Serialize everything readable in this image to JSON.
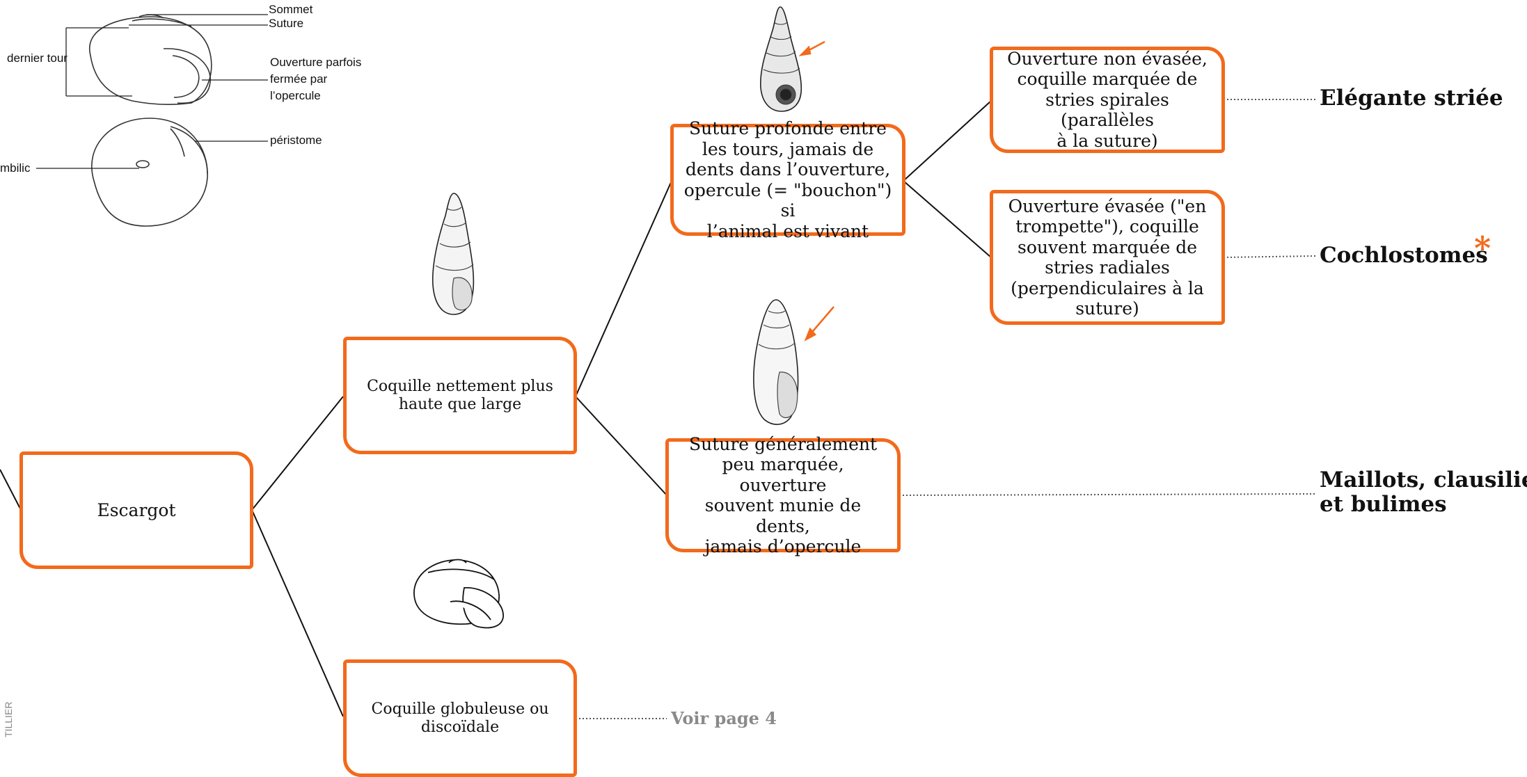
{
  "accent_color": "#f26a1b",
  "anatomy": {
    "sommet": "Sommet",
    "suture": "Suture",
    "dernier_tour": "dernier tour",
    "ouverture": [
      "Ouverture parfois",
      "fermée par",
      "l’opercule"
    ],
    "peristome": "péristome",
    "ombilic": "mbilic"
  },
  "nodes": {
    "escargot": "Escargot",
    "haute": [
      "Coquille nettement plus",
      "haute que large"
    ],
    "globuleuse": [
      "Coquille globuleuse ou",
      "discoïdale"
    ],
    "suture_profonde": [
      "Suture profonde entre",
      "les tours, jamais de",
      "dents dans l’ouverture,",
      "opercule (= \"bouchon\") si",
      "l’animal est vivant"
    ],
    "suture_peu": [
      "Suture généralement",
      "peu marquée, ouverture",
      "souvent munie de dents,",
      "jamais d’opercule"
    ],
    "non_evasee": [
      "Ouverture non évasée,",
      "coquille marquée de",
      "stries spirales (parallèles",
      "à la suture)"
    ],
    "evasee": [
      "Ouverture évasée (\"en",
      "trompette\"), coquille",
      "souvent marquée de",
      "stries radiales",
      "(perpendiculaires à la",
      "suture)"
    ]
  },
  "results": {
    "elegante": "Elégante striée",
    "cochlostomes": "Cochlostomes",
    "cochlostomes_mark": "*",
    "maillots": [
      "Maillots, clausilies",
      "et bulimes"
    ],
    "voir": "Voir page 4"
  },
  "credit": "TILLIER",
  "icons": [
    "snail-anatomy-side",
    "snail-anatomy-base",
    "tall-shell",
    "striated-shell",
    "smooth-tall-shell",
    "globular-shell"
  ]
}
